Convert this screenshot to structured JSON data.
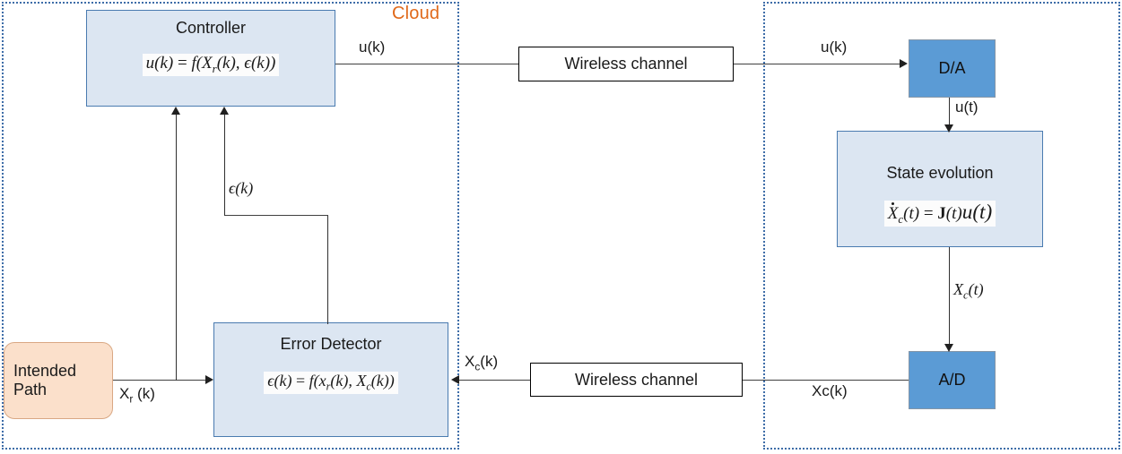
{
  "regions": {
    "cloud": {
      "label": "Cloud",
      "color": "#E0691A"
    },
    "plant": {
      "label": ""
    }
  },
  "boxes": {
    "controller": {
      "title": "Controller",
      "equation_lhs": "u(k)",
      "equation_rhs": "f(X_r(k), ϵ(k))",
      "equation_full": "u(k) = f(X_r(k), ϵ(k))",
      "fill": "#DCE6F2"
    },
    "error_detector": {
      "title": "Error Detector",
      "equation_full": "ϵ(k) = f(x_r(k), X_c(k))",
      "fill": "#DCE6F2"
    },
    "state_evolution": {
      "title": "State evolution",
      "equation_full": "Ẋ_c(t) = J(t)u(t)",
      "fill": "#DCE6F2"
    },
    "intended_path": {
      "line1": "Intended",
      "line2": "Path",
      "fill": "#FBE0CB"
    },
    "da": {
      "title": "D/A",
      "fill": "#5B9BD5"
    },
    "ad": {
      "title": "A/D",
      "fill": "#5B9BD5"
    },
    "wireless_top": {
      "title": "Wireless channel",
      "fill": "#FFFFFF"
    },
    "wireless_bottom": {
      "title": "Wireless channel",
      "fill": "#FFFFFF"
    }
  },
  "edge_labels": {
    "uk_controller_out": "u(k)",
    "uk_to_da": "u(k)",
    "ut_da_to_state": "u(t)",
    "xc_t": "X_c(t)",
    "xck_to_wireless": "Xc(k)",
    "xck_to_error": "X_c(k)",
    "epsilon_k": "ϵ(k)",
    "xr_k": "X_r (k)"
  }
}
